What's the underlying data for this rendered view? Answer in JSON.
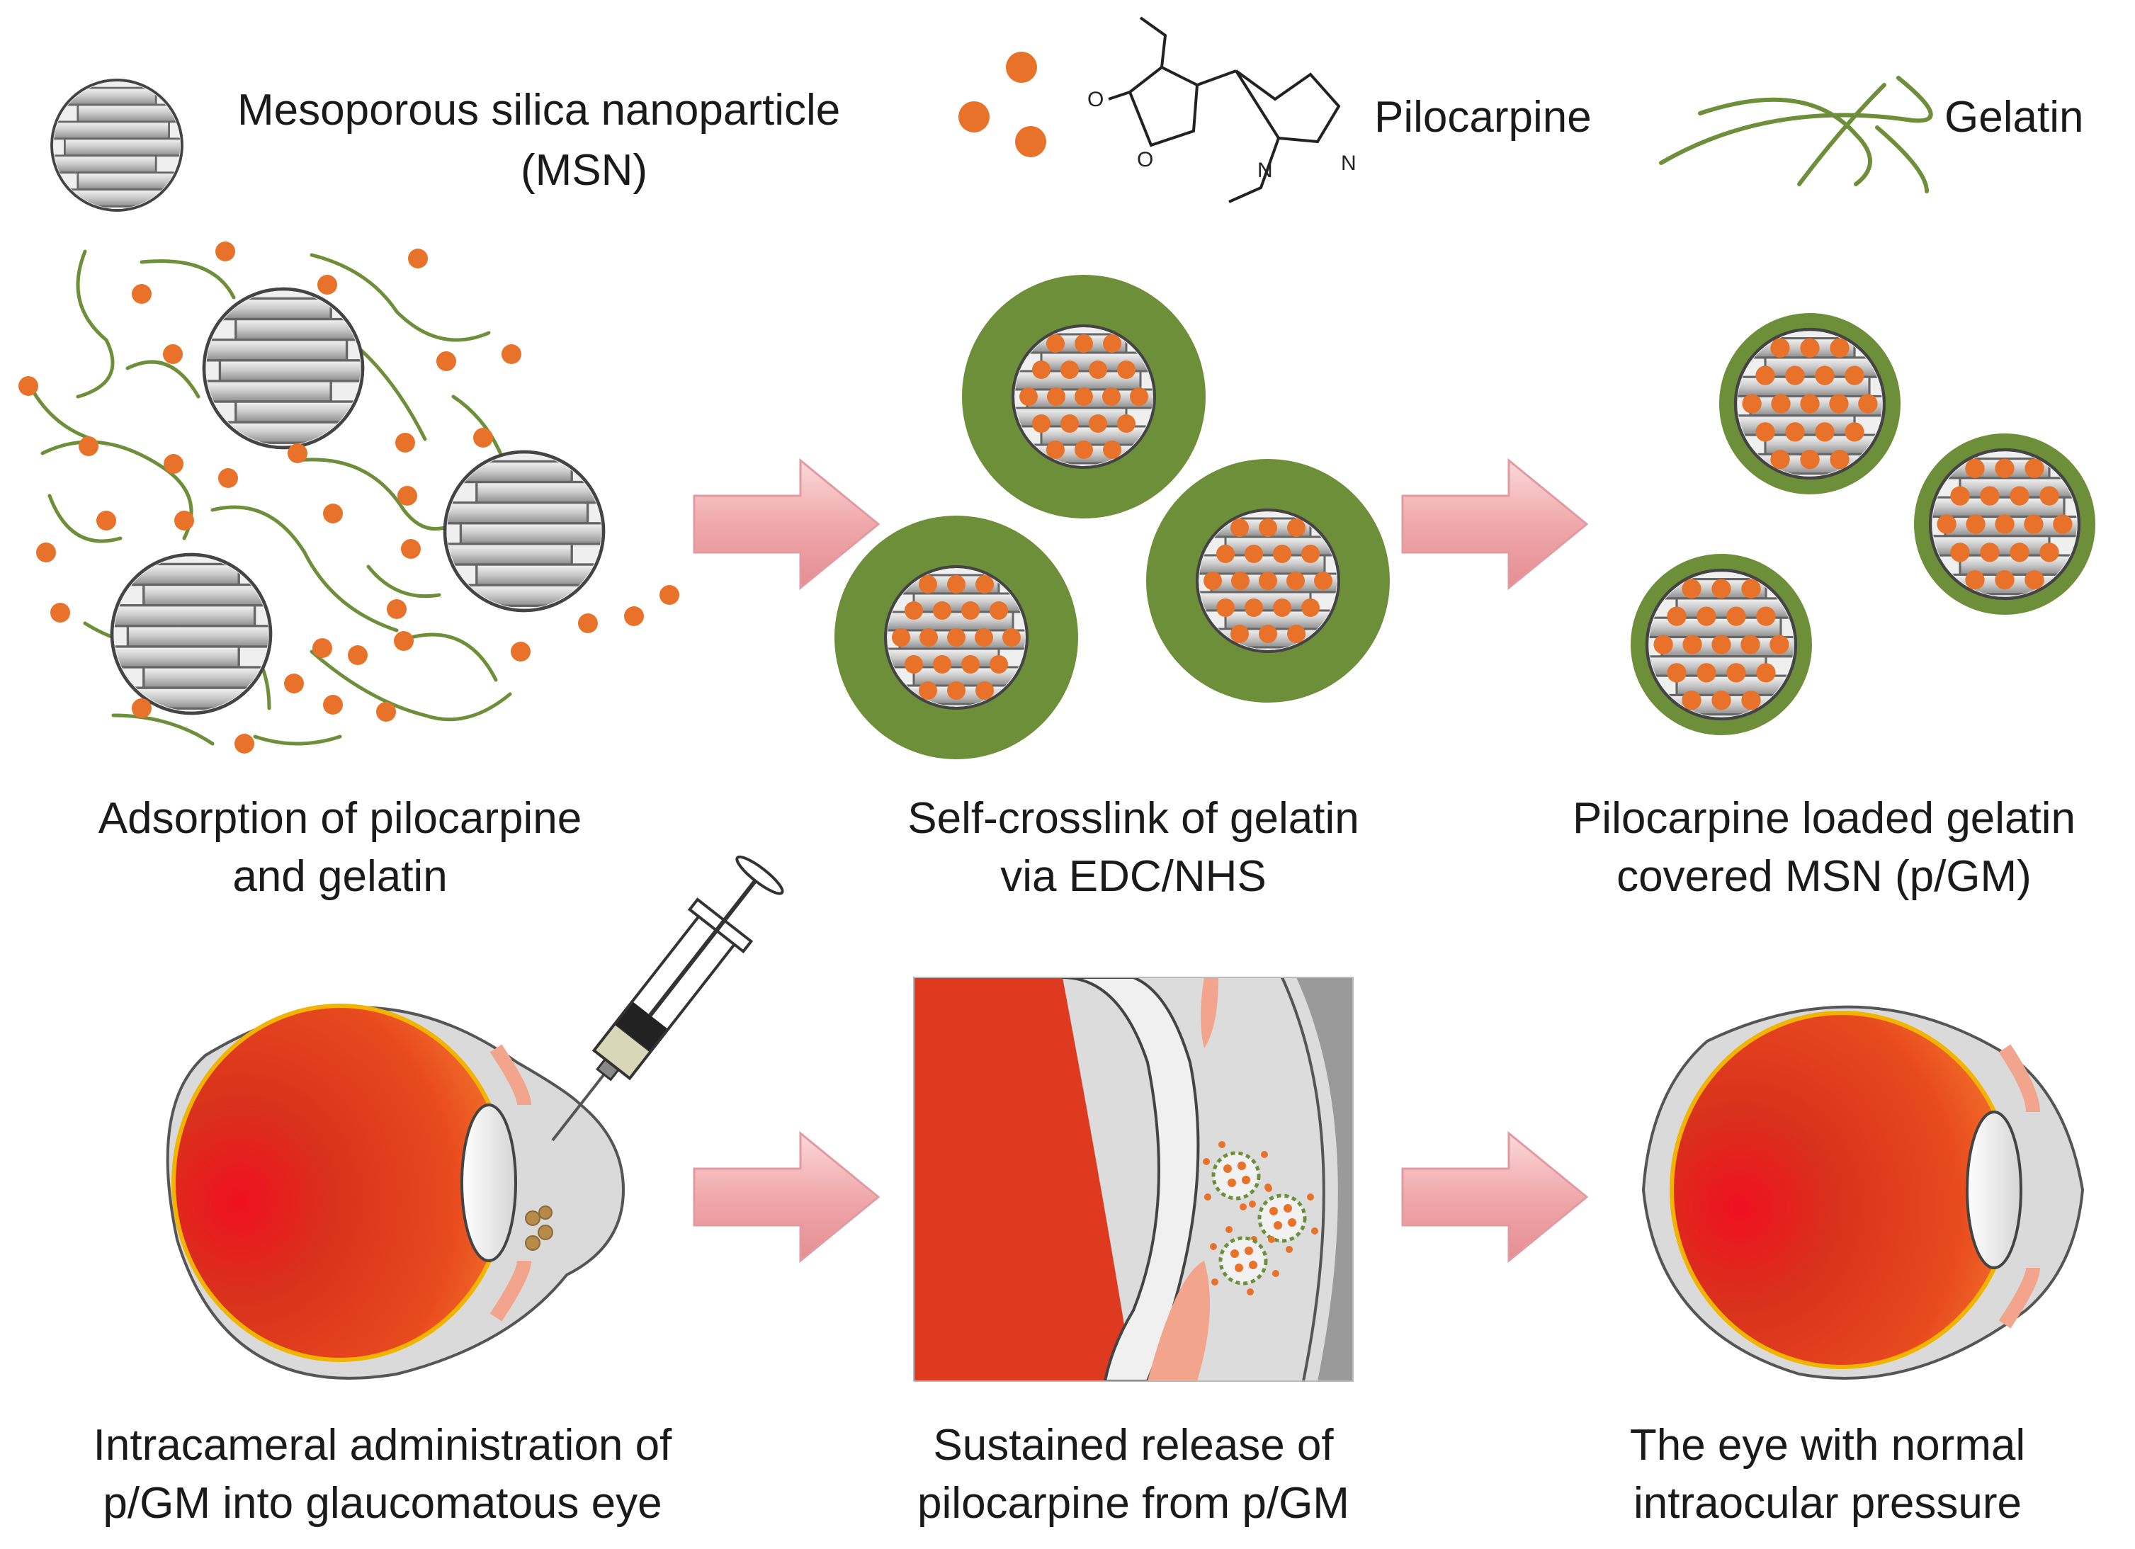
{
  "legend": {
    "msn_label_line1": "Mesoporous silica nanoparticle",
    "msn_label_line2": "(MSN)",
    "pilocarpine_label": "Pilocarpine",
    "gelatin_label": "Gelatin",
    "chem_atoms": {
      "o1": "O",
      "o2": "O",
      "n1": "N",
      "n2": "N"
    }
  },
  "steps": {
    "adsorption": {
      "line1": "Adsorption of pilocarpine",
      "line2": "and gelatin"
    },
    "crosslink": {
      "line1": "Self-crosslink of gelatin",
      "line2": "via EDC/NHS"
    },
    "loaded": {
      "line1": "Pilocarpine loaded gelatin",
      "line2": "covered MSN (p/GM)"
    },
    "administration": {
      "line1": "Intracameral administration of",
      "line2": "p/GM into glaucomatous eye"
    },
    "release": {
      "line1": "Sustained release of",
      "line2": "pilocarpine from p/GM"
    },
    "normal": {
      "line1": "The eye with normal",
      "line2": "intraocular pressure"
    }
  },
  "colors": {
    "drug_orange": "#e8722a",
    "gelatin_green": "#6e8f3a",
    "arrow_pink": "#f2b3b6",
    "eye_red": "#e03a1f",
    "silica_gray": "#c8c8c8"
  }
}
